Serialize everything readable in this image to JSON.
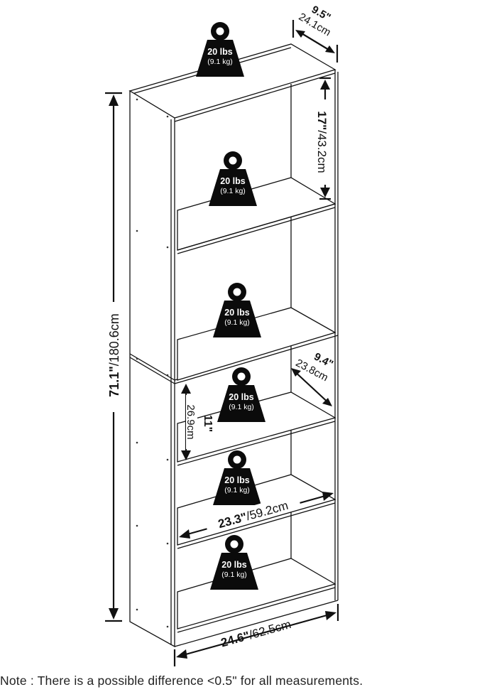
{
  "weight_badges": [
    {
      "lbs": "20 lbs",
      "kg": "(9.1 kg)"
    },
    {
      "lbs": "20 lbs",
      "kg": "(9.1 kg)"
    },
    {
      "lbs": "20 lbs",
      "kg": "(9.1 kg)"
    },
    {
      "lbs": "20 lbs",
      "kg": "(9.1 kg)"
    },
    {
      "lbs": "20 lbs",
      "kg": "(9.1 kg)"
    },
    {
      "lbs": "20 lbs",
      "kg": "(9.1 kg)"
    }
  ],
  "dimensions": {
    "top_depth": {
      "imperial": "9.5\"",
      "metric": "24.1cm"
    },
    "upper_shelf_height": {
      "imperial": "17\"",
      "metric": "/43.2cm"
    },
    "total_height": {
      "imperial": "71.1\"",
      "metric": "/180.6cm"
    },
    "lower_depth": {
      "imperial": "9.4\"",
      "metric": "23.8cm"
    },
    "lower_shelf_height": {
      "imperial": "11\"",
      "metric": "26.9cm"
    },
    "inner_width": {
      "imperial": "23.3\"",
      "metric": "/59.2cm"
    },
    "total_width": {
      "imperial": "24.6\"",
      "metric": "/62.5cm"
    }
  },
  "note": "Note : There is a possible difference <0.5\" for all measurements."
}
